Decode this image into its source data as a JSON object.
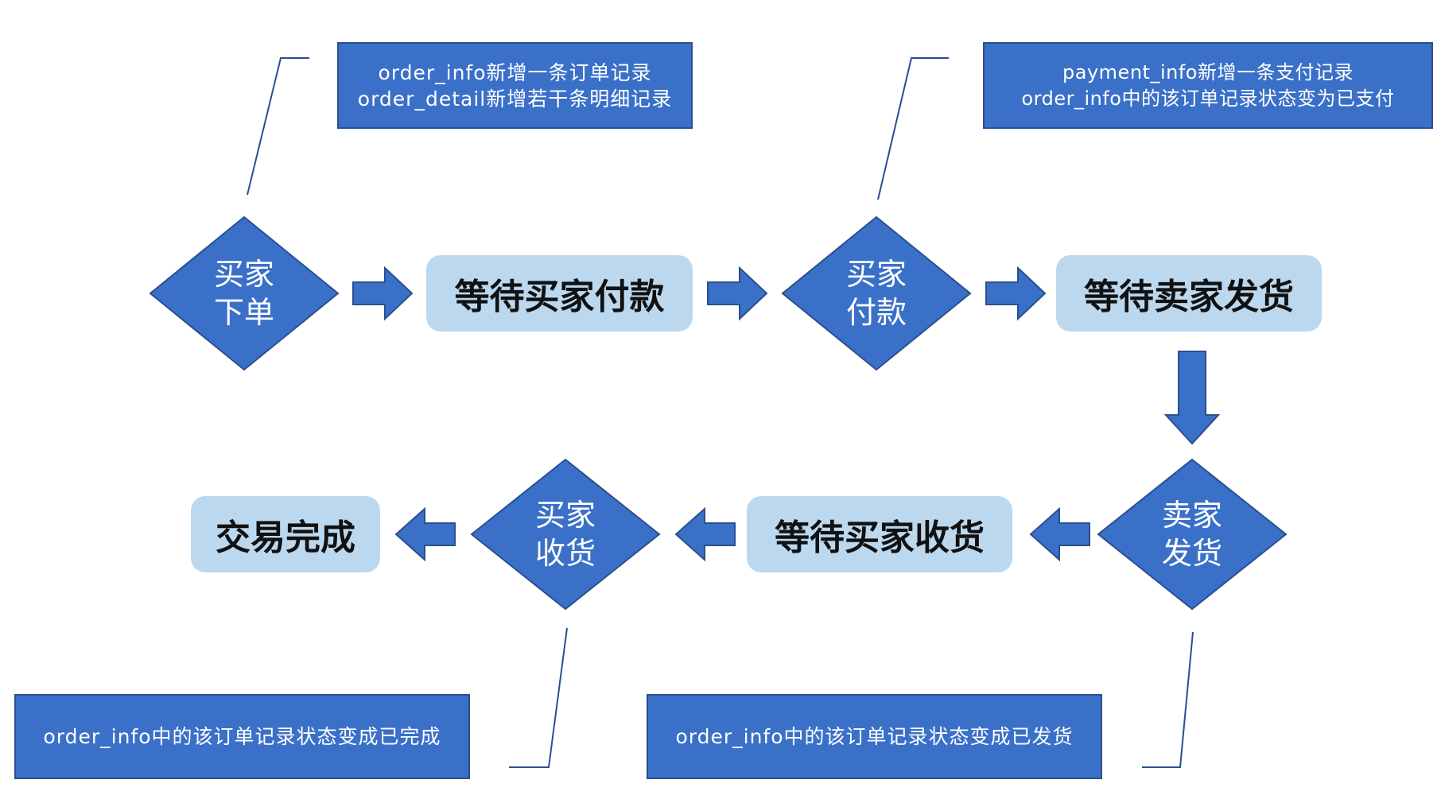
{
  "nodes": {
    "place_order": {
      "line1": "买家",
      "line2": "下单"
    },
    "pay": {
      "line1": "买家",
      "line2": "付款"
    },
    "ship": {
      "line1": "卖家",
      "line2": "发货"
    },
    "receive": {
      "line1": "买家",
      "line2": "收货"
    }
  },
  "states": {
    "wait_pay": "等待买家付款",
    "wait_ship": "等待卖家发货",
    "wait_receive": "等待买家收货",
    "done": "交易完成"
  },
  "notes": {
    "place_order": {
      "line1": "order_info新增一条订单记录",
      "line2": "order_detail新增若干条明细记录"
    },
    "pay": {
      "line1": "payment_info新增一条支付记录",
      "line2": "order_info中的该订单记录状态变为已支付"
    },
    "receive": {
      "line1": "order_info中的该订单记录状态变成已完成"
    },
    "ship": {
      "line1": "order_info中的该订单记录状态变成已发货"
    }
  },
  "colors": {
    "diamond": "#3a70c8",
    "arrow": "#3a70c8",
    "state_box": "#bcd8ef",
    "note_box": "#3a70c8",
    "connector": "#2a4f8f"
  }
}
